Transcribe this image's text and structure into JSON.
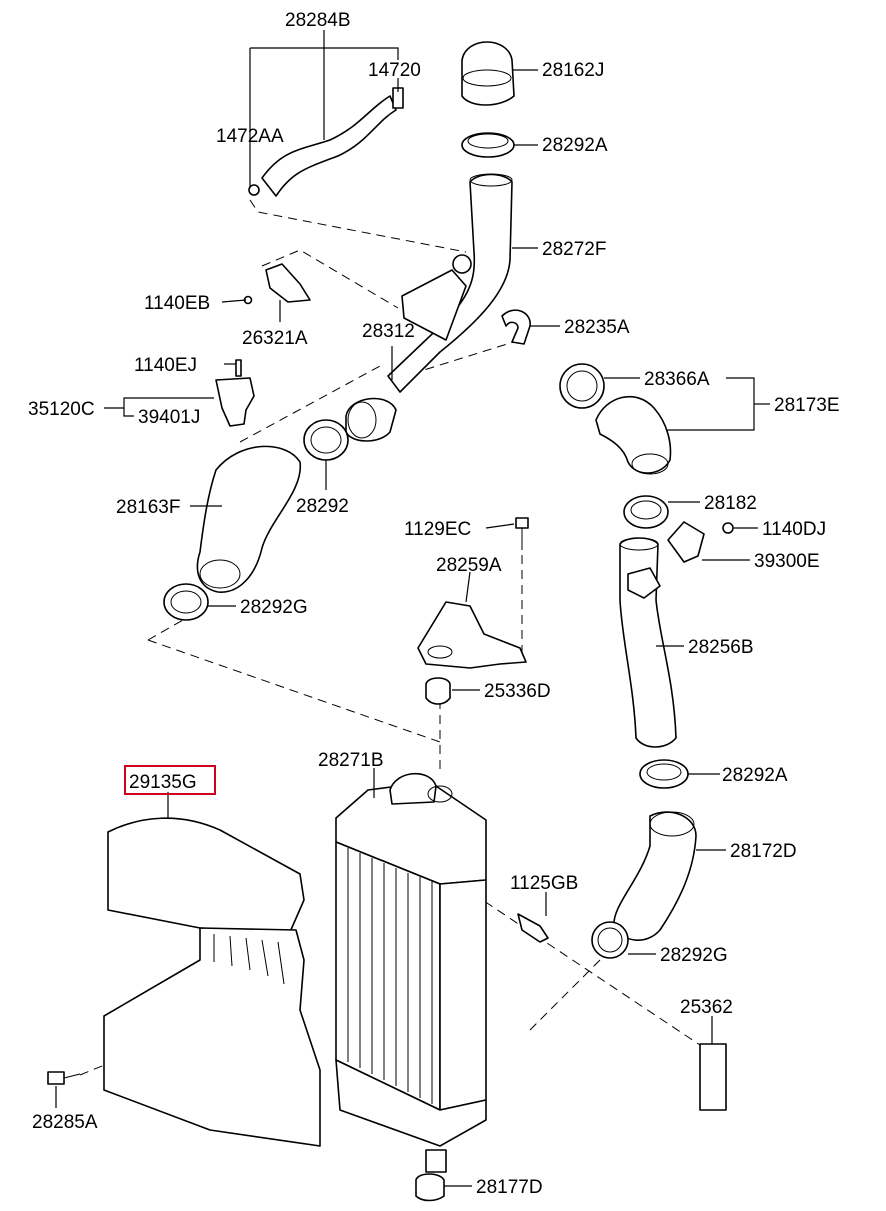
{
  "highlight_color": "#d0021b",
  "parts": {
    "p28284B": "28284B",
    "p14720": "14720",
    "p1472AA": "1472AA",
    "p28162J": "28162J",
    "p28292A_top": "28292A",
    "p28272F": "28272F",
    "p1140EB": "1140EB",
    "p26321A": "26321A",
    "p28312": "28312",
    "p28235A": "28235A",
    "p1140EJ": "1140EJ",
    "p35120C": "35120C",
    "p39401J": "39401J",
    "p28366A": "28366A",
    "p28173E": "28173E",
    "p28163F": "28163F",
    "p28292": "28292",
    "p28182": "28182",
    "p1129EC": "1129EC",
    "p1140DJ": "1140DJ",
    "p28259A": "28259A",
    "p39300E": "39300E",
    "p28292G_left": "28292G",
    "p28256B": "28256B",
    "p25336D": "25336D",
    "p28271B": "28271B",
    "p29135G": "29135G",
    "p28292A_bottom": "28292A",
    "p28172D": "28172D",
    "p1125GB": "1125GB",
    "p28292G_bottom": "28292G",
    "p25362": "25362",
    "p28285A": "28285A",
    "p28177D": "28177D"
  }
}
